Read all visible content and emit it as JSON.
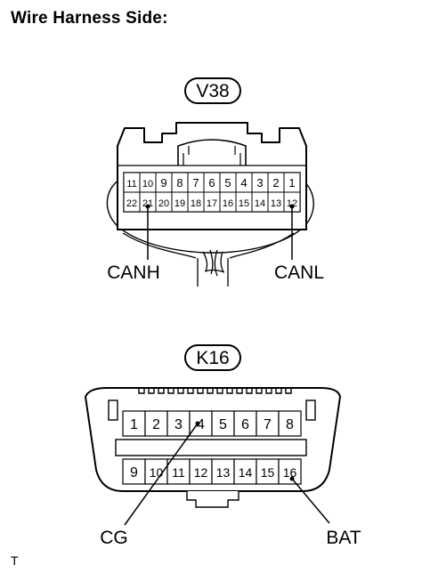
{
  "title": "Wire Harness Side:",
  "footer_mark": "T",
  "connectors": {
    "v38": {
      "id": "V38",
      "top_row": [
        "11",
        "10",
        "9",
        "8",
        "7",
        "6",
        "5",
        "4",
        "3",
        "2",
        "1"
      ],
      "bottom_row": [
        "22",
        "21",
        "20",
        "19",
        "18",
        "17",
        "16",
        "15",
        "14",
        "13",
        "12"
      ],
      "callouts": {
        "left": "CANH",
        "right": "CANL"
      }
    },
    "k16": {
      "id": "K16",
      "top_row": [
        "1",
        "2",
        "3",
        "4",
        "5",
        "6",
        "7",
        "8"
      ],
      "bottom_row": [
        "9",
        "10",
        "11",
        "12",
        "13",
        "14",
        "15",
        "16"
      ],
      "callouts": {
        "left": "CG",
        "right": "BAT"
      }
    }
  }
}
